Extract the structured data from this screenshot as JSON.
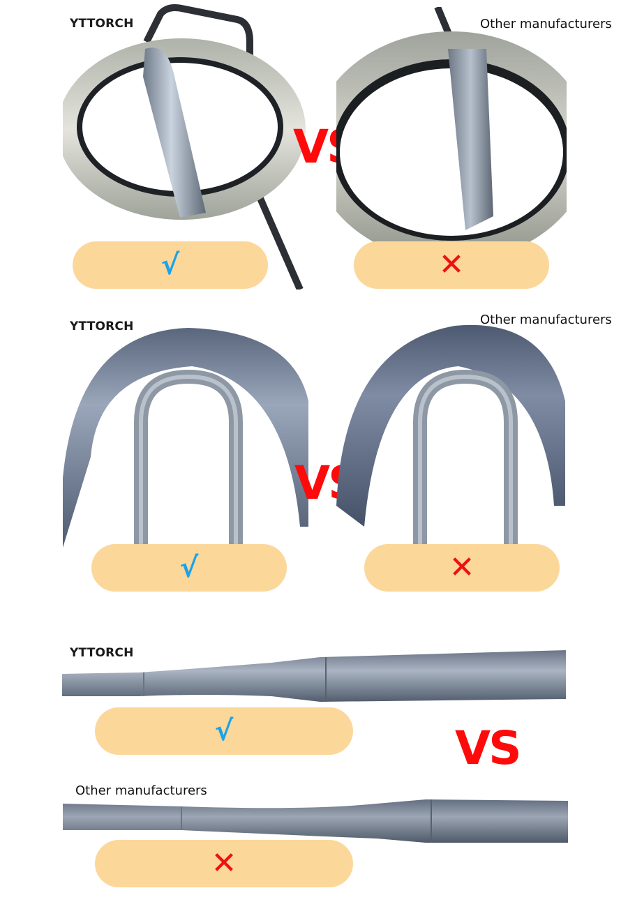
{
  "section1": {
    "brand_label": "YTTORCH",
    "other_label": "Other manufacturers",
    "vs_label": "VS",
    "good_mark": "√",
    "bad_mark": "✕"
  },
  "section2": {
    "brand_label": "YTTORCH",
    "other_label": "Other manufacturers",
    "vs_label": "VS",
    "good_mark": "√",
    "bad_mark": "✕"
  },
  "section3": {
    "brand_label": "YTTORCH",
    "other_label": "Other manufacturers",
    "vs_label": "VS",
    "good_mark": "√",
    "bad_mark": "✕"
  },
  "colors": {
    "vs_red": "#ff0a0a",
    "check_blue": "#1aa3e8",
    "cross_red": "#ee1111",
    "pill_bg": "#fcd79a",
    "tube_gray": "#7f8a99"
  }
}
